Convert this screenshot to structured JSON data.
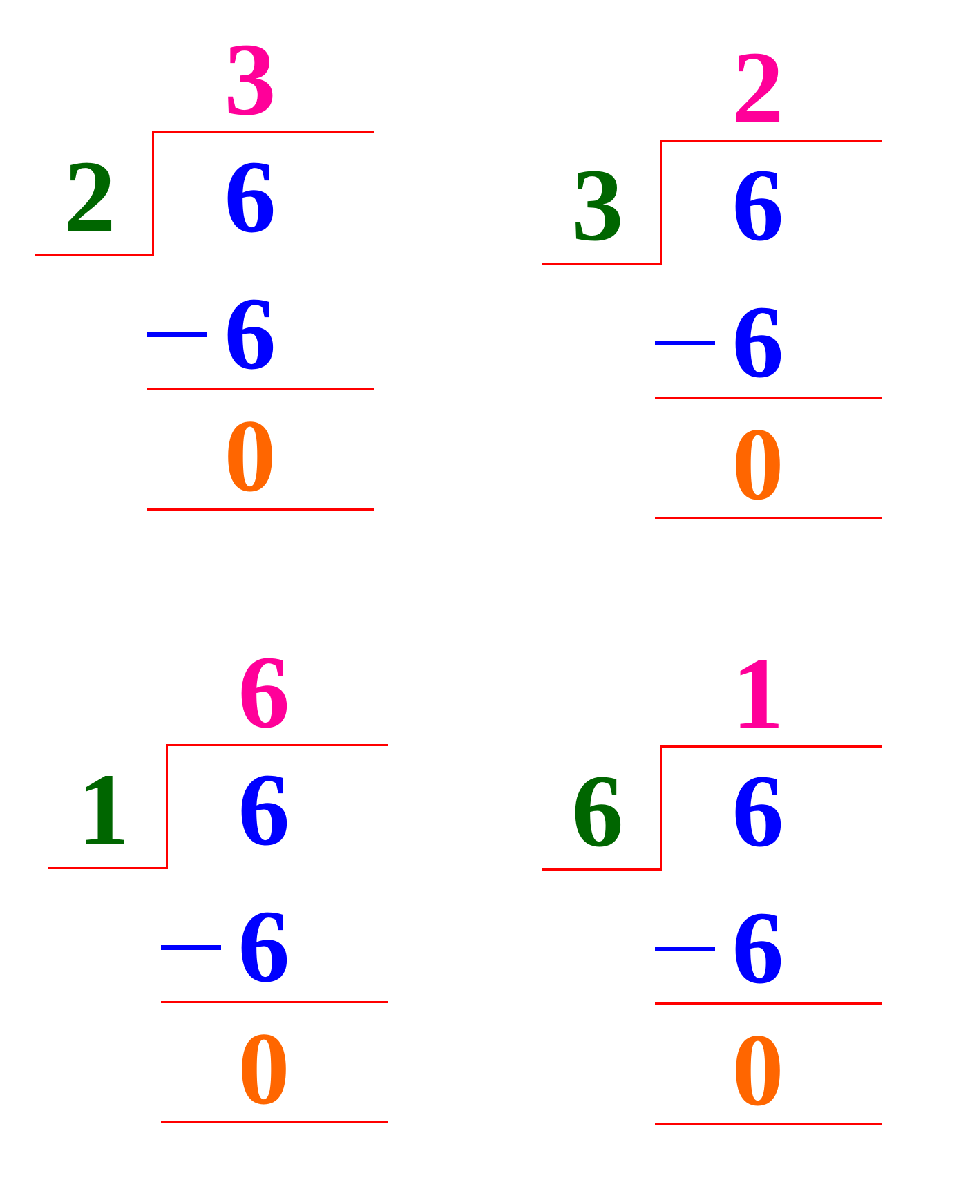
{
  "colors": {
    "quotient": "#ff0099",
    "divisor": "#006600",
    "dividend": "#0000ff",
    "subtrahend": "#0000ff",
    "remainder": "#ff6600",
    "lines": "#ff0000",
    "minus": "#0000ff"
  },
  "problems": [
    {
      "quotient": "3",
      "divisor": "2",
      "dividend": "6",
      "subtrahend": "6",
      "remainder": "0"
    },
    {
      "quotient": "2",
      "divisor": "3",
      "dividend": "6",
      "subtrahend": "6",
      "remainder": "0"
    },
    {
      "quotient": "6",
      "divisor": "1",
      "dividend": "6",
      "subtrahend": "6",
      "remainder": "0"
    },
    {
      "quotient": "1",
      "divisor": "6",
      "dividend": "6",
      "subtrahend": "6",
      "remainder": "0"
    }
  ]
}
